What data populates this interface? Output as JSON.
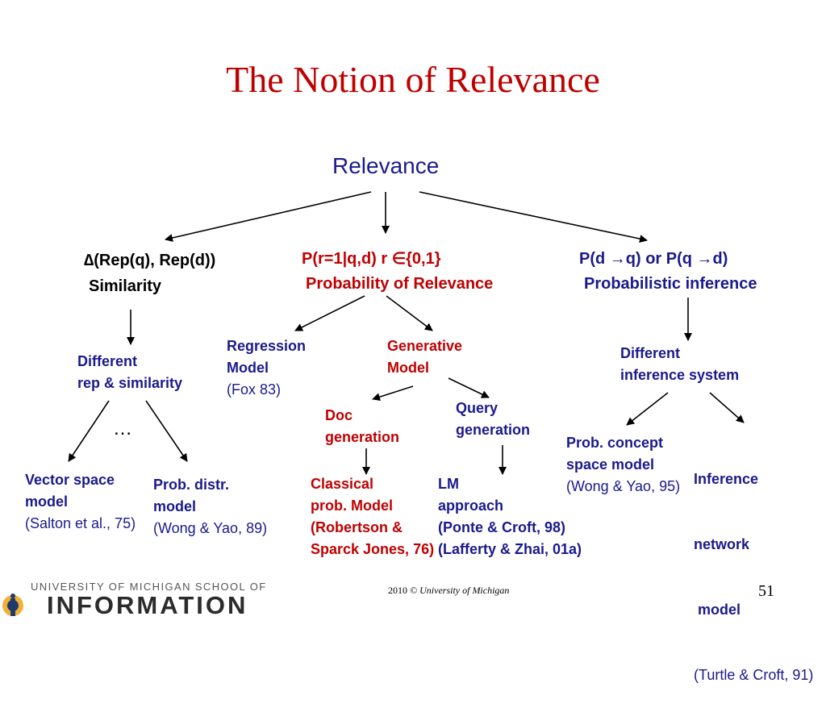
{
  "title": "The Notion of Relevance",
  "root": "Relevance",
  "branches": {
    "similarity": {
      "formula": "∆(Rep(q), Rep(d))",
      "label": "Similarity"
    },
    "probability": {
      "formula": "P(r=1|q,d)   r ∈{0,1}",
      "label": "Probability of Relevance"
    },
    "inference": {
      "formula": "P(d →q) or P(q →d)",
      "label": "Probabilistic inference"
    }
  },
  "similarity_children": {
    "different": [
      "Different",
      "rep &  similarity"
    ],
    "ellipsis": "…",
    "vector": {
      "lines": [
        "Vector space",
        "model"
      ],
      "cite": "(Salton et al., 75)"
    },
    "probdistr": {
      "lines": [
        "Prob. distr.",
        "model"
      ],
      "cite": "(Wong & Yao, 89)"
    }
  },
  "probability_children": {
    "regression": {
      "lines": [
        "Regression",
        "Model"
      ],
      "cite": "(Fox 83)"
    },
    "generative": [
      "Generative",
      "Model"
    ],
    "docgen": [
      "Doc",
      "generation"
    ],
    "querygen": [
      "Query",
      "generation"
    ],
    "classical": [
      "Classical",
      "prob. Model",
      "(Robertson &",
      "Sparck Jones, 76)"
    ],
    "lm": [
      "LM",
      "approach",
      "(Ponte & Croft, 98)",
      "(Lafferty & Zhai, 01a)"
    ]
  },
  "inference_children": {
    "different": [
      "Different",
      "inference system"
    ],
    "concept": {
      "lines": [
        "Prob. concept",
        "space model"
      ],
      "cite": "(Wong & Yao, 95)"
    },
    "network": {
      "lines": [
        "Inference",
        "network",
        " model"
      ],
      "cite": "(Turtle & Croft, 91)"
    }
  },
  "footer": {
    "year": "2010",
    "copyright": "© University of Michigan",
    "page": "51"
  },
  "logo": {
    "top": "UNIVERSITY OF MICHIGAN SCHOOL OF",
    "big": "INFORMATION"
  },
  "colors": {
    "title": "#c00000",
    "navy": "#1a1a8c",
    "red": "#c00000"
  }
}
